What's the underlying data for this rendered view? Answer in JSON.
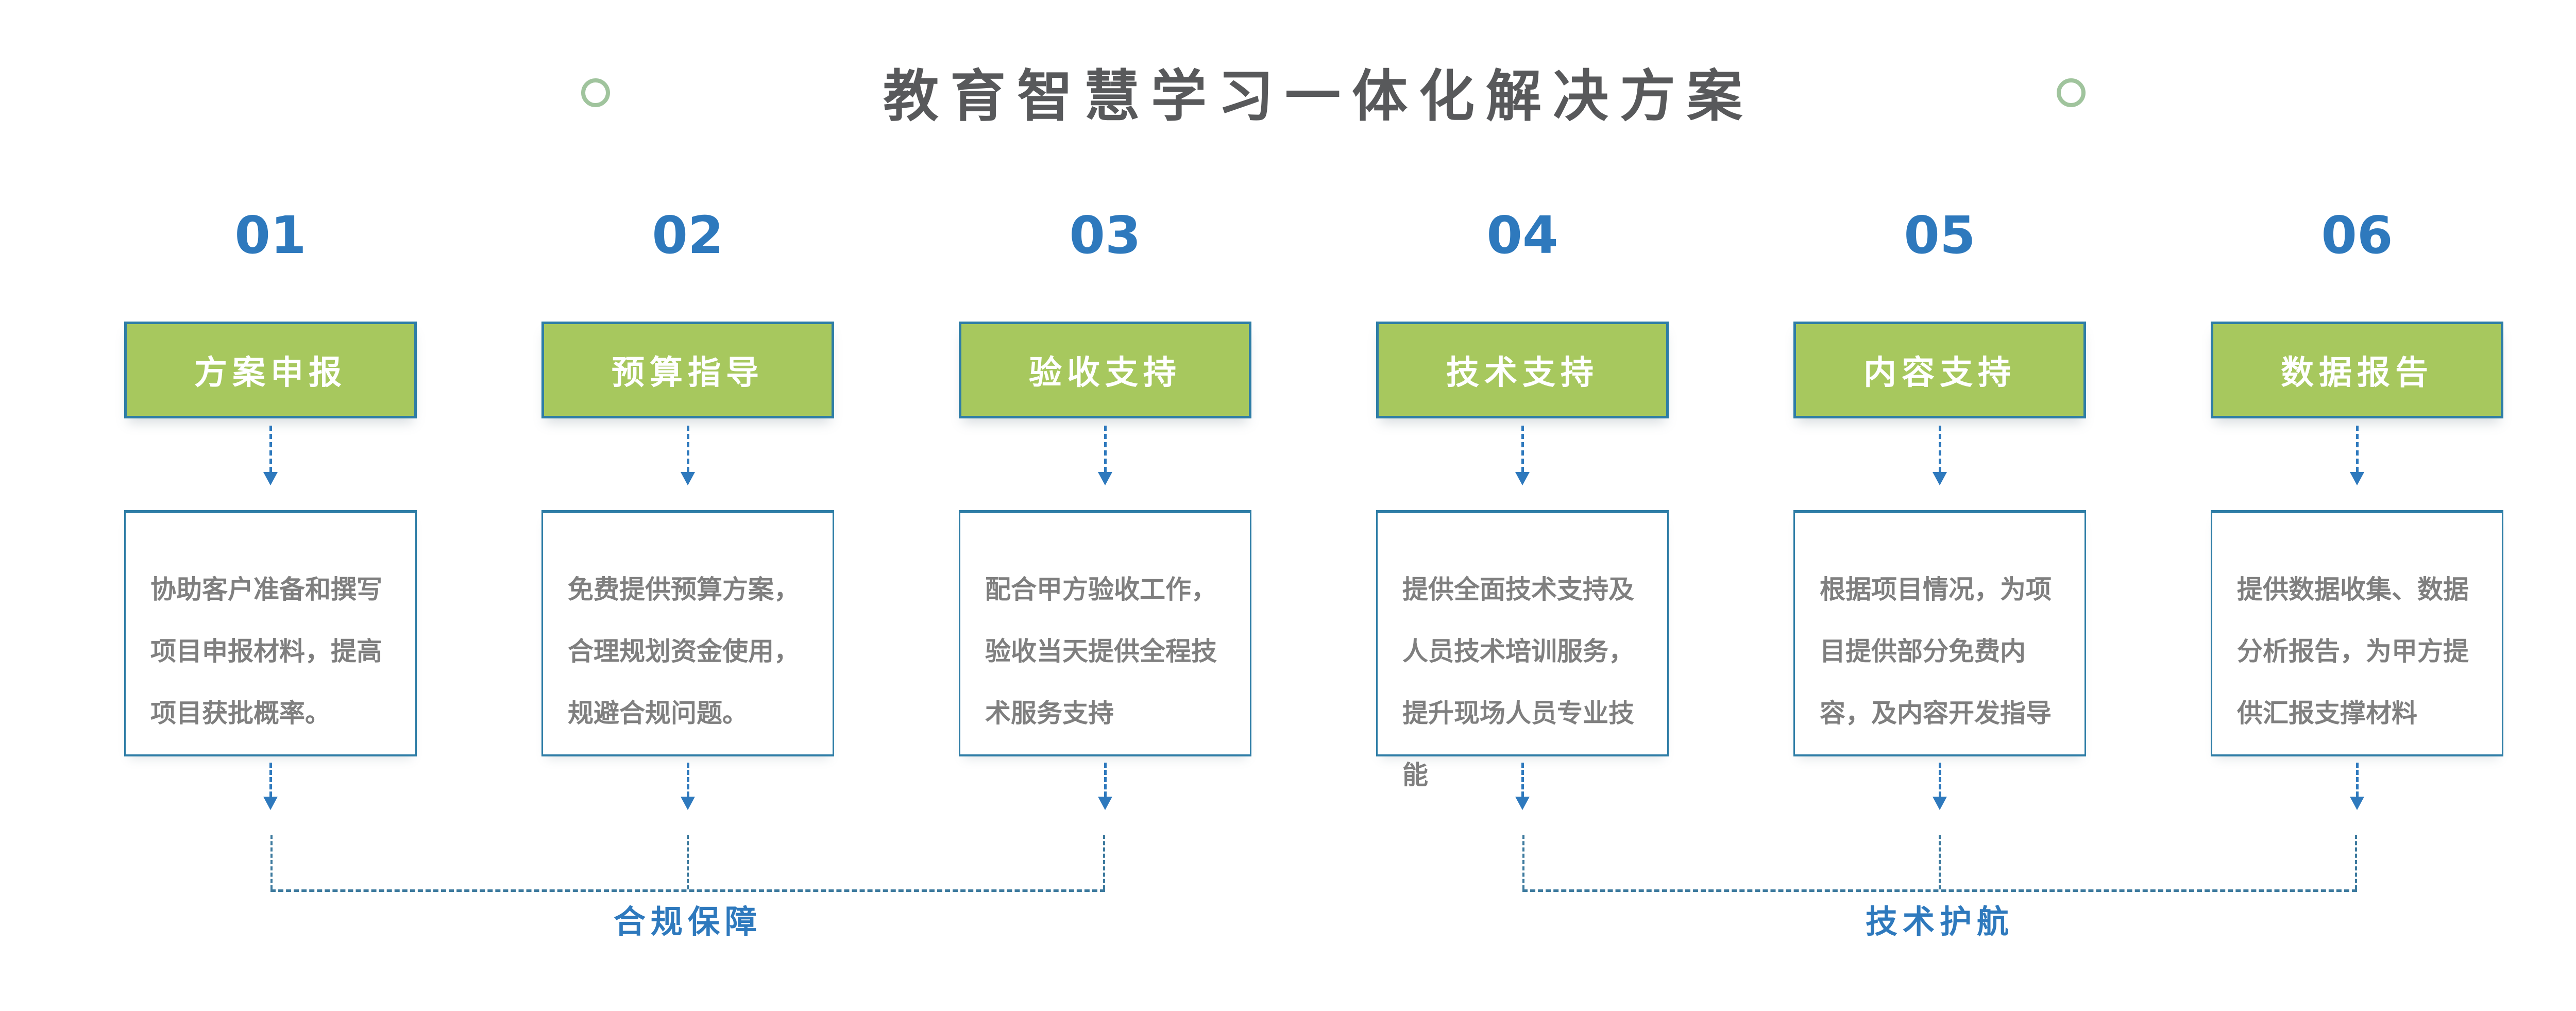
{
  "title": "教育智慧学习一体化解决方案",
  "colors": {
    "accent_blue": "#2e79bd",
    "box_green": "#a7c85e",
    "border_teal": "#2e7da6",
    "title_gray": "#58595b",
    "body_gray": "#7f7f7f",
    "ring_green": "#a0c49d"
  },
  "steps": [
    {
      "number": "01",
      "header": "方案申报",
      "description": "协助客户准备和撰写项目申报材料，提高项目获批概率。"
    },
    {
      "number": "02",
      "header": "预算指导",
      "description": "免费提供预算方案，合理规划资金使用，规避合规问题。"
    },
    {
      "number": "03",
      "header": "验收支持",
      "description": "配合甲方验收工作，验收当天提供全程技术服务支持"
    },
    {
      "number": "04",
      "header": "技术支持",
      "description": "提供全面技术支持及人员技术培训服务，提升现场人员专业技能"
    },
    {
      "number": "05",
      "header": "内容支持",
      "description": "根据项目情况，为项目提供部分免费内容，及内容开发指导"
    },
    {
      "number": "06",
      "header": "数据报告",
      "description": "提供数据收集、数据分析报告，为甲方提供汇报支撑材料"
    }
  ],
  "groups": [
    {
      "label": "合规保障",
      "covers_steps": [
        "01",
        "02",
        "03"
      ]
    },
    {
      "label": "技术护航",
      "covers_steps": [
        "04",
        "05",
        "06"
      ]
    }
  ]
}
